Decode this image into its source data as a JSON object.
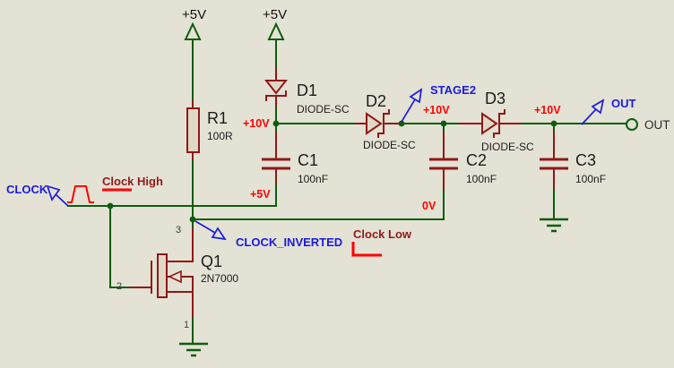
{
  "colors": {
    "background": "#e3e2d4",
    "wire_green": "#0e5c0e",
    "component_red": "#921717",
    "component_fill": "#ded9c6",
    "net_label_blue": "#1a1ae0",
    "voltage_red": "#fe0000",
    "note_dark_red": "#8e1b1b",
    "text_black": "#1c1c1c"
  },
  "power": {
    "labels": [
      "+5V",
      "+5V"
    ]
  },
  "components": {
    "r1": {
      "ref": "R1",
      "value": "100R"
    },
    "d1": {
      "ref": "D1",
      "value": "DIODE-SC"
    },
    "d2": {
      "ref": "D2",
      "value": "DIODE-SC"
    },
    "d3": {
      "ref": "D3",
      "value": "DIODE-SC"
    },
    "c1": {
      "ref": "C1",
      "value": "100nF"
    },
    "c2": {
      "ref": "C2",
      "value": "100nF"
    },
    "c3": {
      "ref": "C3",
      "value": "100nF"
    },
    "q1": {
      "ref": "Q1",
      "value": "2N7000",
      "pin_drain": "3",
      "pin_gate": "2",
      "pin_source": "1"
    }
  },
  "nets": {
    "clock": "CLOCK",
    "clock_inverted": "CLOCK_INVERTED",
    "stage2": "STAGE2",
    "out": "OUT"
  },
  "terminal": {
    "out": "OUT"
  },
  "annotations": {
    "clock_high": "Clock High",
    "clock_low": "Clock Low"
  },
  "voltages": {
    "node1": "+10V",
    "c1_bottom": "+5V",
    "node2": "+10V",
    "c2_bottom": "0V",
    "node3": "+10V"
  }
}
